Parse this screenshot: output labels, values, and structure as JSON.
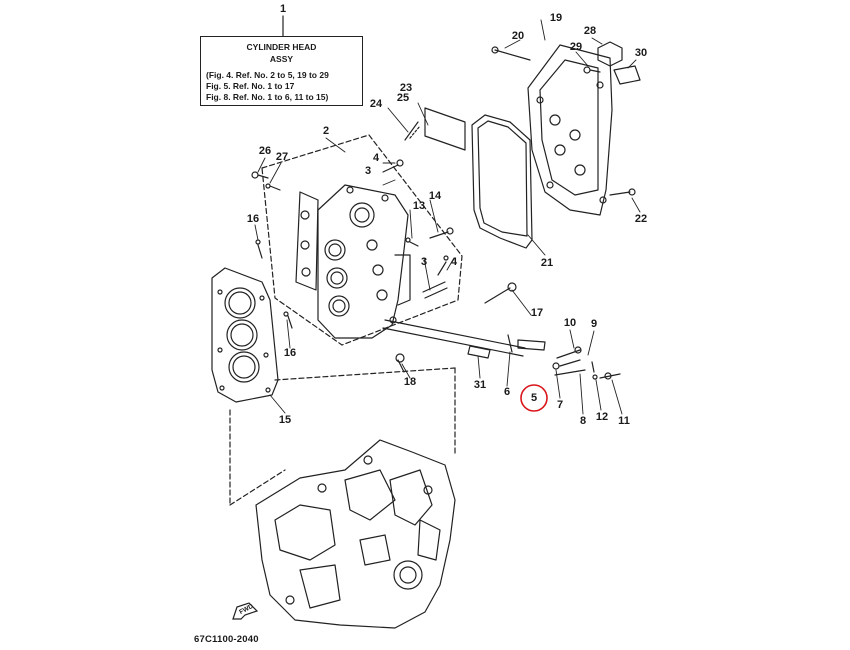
{
  "title_box": {
    "line1": "CYLINDER HEAD",
    "line2": "ASSY",
    "line3": "(Fig. 4. Ref. No. 2 to 5, 19 to 29",
    "line4": "Fig. 5. Ref. No. 1 to 17",
    "line5": "Fig. 8. Ref. No. 1 to 6, 11 to 15)"
  },
  "callouts": {
    "c1": "1",
    "c2": "2",
    "c3a": "3",
    "c3b": "3",
    "c4a": "4",
    "c4b": "4",
    "c5": "5",
    "c6": "6",
    "c7": "7",
    "c8": "8",
    "c9": "9",
    "c10": "10",
    "c11": "11",
    "c12": "12",
    "c13": "13",
    "c14": "14",
    "c15": "15",
    "c16a": "16",
    "c16b": "16",
    "c17": "17",
    "c18": "18",
    "c19": "19",
    "c20": "20",
    "c21": "21",
    "c22": "22",
    "c23": "23",
    "c24": "24",
    "c25": "25",
    "c26": "26",
    "c27": "27",
    "c28": "28",
    "c29": "29",
    "c30": "30",
    "c31": "31"
  },
  "fwd_label": "FWD",
  "diagram_code": "67C1100-2040",
  "highlight_color": "#d9161c",
  "line_color": "#222222"
}
